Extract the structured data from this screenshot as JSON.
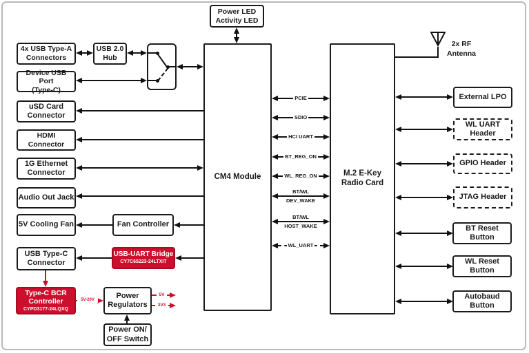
{
  "diagram": {
    "colors": {
      "accent_red": "#ce0e2d",
      "line_black": "#111111",
      "frame_gray": "#b9b9b9"
    },
    "power_led": {
      "line1": "Power LED",
      "line2": "Activity LED"
    },
    "usb_a": {
      "line1": "4x USB Type-A",
      "line2": "Connectors"
    },
    "usb_hub": {
      "line1": "USB 2.0",
      "line2": "Hub"
    },
    "device_usb": {
      "line1": "Device USB Port",
      "line2": "(Type-C)"
    },
    "usd": {
      "line1": "uSD Card",
      "line2": "Connector"
    },
    "hdmi": {
      "label": "HDMI Connector"
    },
    "ethernet": {
      "line1": "1G Ethernet",
      "line2": "Connector"
    },
    "audio": {
      "label": "Audio Out Jack"
    },
    "cooling_fan": {
      "label": "5V Cooling Fan"
    },
    "fan_controller": {
      "label": "Fan Controller"
    },
    "usb_typec": {
      "line1": "USB Type-C",
      "line2": "Connector"
    },
    "uart_bridge": {
      "line1": "USB-UART Bridge",
      "part": "CY7C65223-24LTXIT"
    },
    "bcr": {
      "line1": "Type-C BCR",
      "line2": "Controller",
      "part": "CYPD3177-24LQXQ"
    },
    "regulators": {
      "line1": "Power",
      "line2": "Regulators"
    },
    "power_switch": {
      "line1": "Power ON/",
      "line2": "OFF Switch"
    },
    "cm4": {
      "label": "CM4 Module"
    },
    "m2": {
      "line1": "M.2 E-Key",
      "line2": "Radio Card"
    },
    "antenna": {
      "line1": "2x RF",
      "line2": "Antenna"
    },
    "power_rails": {
      "input": "5V-20V",
      "rail1": "5V",
      "rail2": "3V3"
    },
    "signals": [
      {
        "label": "PCIE"
      },
      {
        "label": "SDIO"
      },
      {
        "label": "HCI UART"
      },
      {
        "label": "BT_REG_ON"
      },
      {
        "label": "WL_REG_ON"
      },
      {
        "line1": "BT/WL",
        "line2": "DEV_WAKE"
      },
      {
        "line1": "BT/WL",
        "line2": "HOST_WAKE"
      },
      {
        "label": "WL_UART"
      }
    ],
    "right_boxes": [
      {
        "label": "External LPO"
      },
      {
        "line1": "WL UART",
        "line2": "Header"
      },
      {
        "label": "GPIO Header"
      },
      {
        "label": "JTAG Header"
      },
      {
        "label": "BT Reset Button"
      },
      {
        "label": "WL Reset Button"
      },
      {
        "line1": "Autobaud",
        "line2": "Button"
      }
    ]
  }
}
